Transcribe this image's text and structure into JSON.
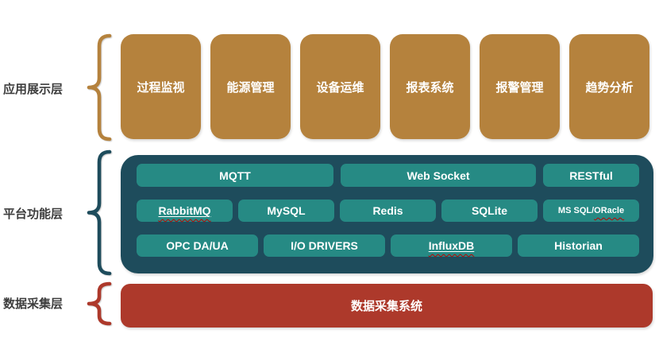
{
  "layers": {
    "app": {
      "label": "应用展示层",
      "boxes": [
        {
          "label": "过程监视"
        },
        {
          "label": "能源管理"
        },
        {
          "label": "设备运维"
        },
        {
          "label": "报表系统"
        },
        {
          "label": "报警管理"
        },
        {
          "label": "趋势分析"
        }
      ]
    },
    "platform": {
      "label": "平台功能层",
      "row1": [
        {
          "label": "MQTT"
        },
        {
          "label": "Web Socket"
        },
        {
          "label": "RESTful"
        }
      ],
      "row2": [
        {
          "label": "RabbitMQ"
        },
        {
          "label": "MySQL"
        },
        {
          "label": "Redis"
        },
        {
          "label": "SQLite"
        },
        {
          "label_prefix": "MS SQL/",
          "label_wavy": "ORacle"
        }
      ],
      "row3": [
        {
          "label": "OPC DA/UA"
        },
        {
          "label": "I/O DRIVERS"
        },
        {
          "label": "InfluxDB"
        },
        {
          "label": "Historian"
        }
      ]
    },
    "acquisition": {
      "label": "数据采集层",
      "box_label": "数据采集系统"
    }
  },
  "colors": {
    "app_box": "#B5823D",
    "platform_container": "#1E4C5C",
    "platform_box": "#268A84",
    "acquisition_box": "#AD392B",
    "layer_label_text": "#3D3D3D",
    "box_text": "#FFFFFF",
    "spellcheck_squiggle": "#C00000"
  }
}
